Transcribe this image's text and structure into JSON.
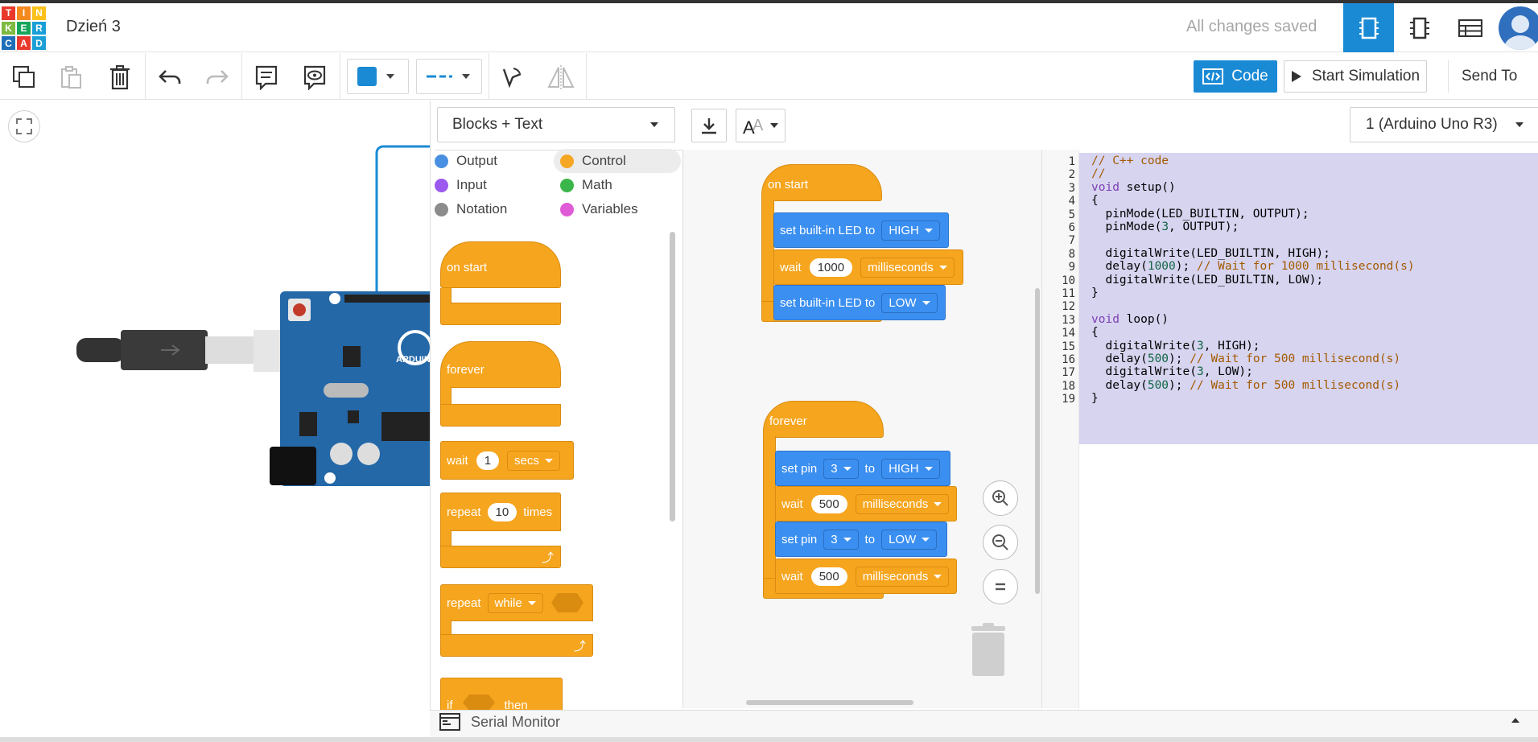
{
  "header": {
    "logo_letters": [
      "T",
      "I",
      "N",
      "K",
      "E",
      "R",
      "C",
      "A",
      "D"
    ],
    "logo_colors": [
      "#e8392c",
      "#f48a1f",
      "#fbc11a",
      "#7dba3f",
      "#16a65a",
      "#1b9fd7",
      "#1f6fb8",
      "#e8392c",
      "#1b9fd7"
    ],
    "title": "Dzień 3",
    "save_status": "All changes saved"
  },
  "toolbar": {
    "color_swatch": "#1a8ad5",
    "code_label": "Code",
    "start_simulation_label": "Start Simulation",
    "send_to_label": "Send To"
  },
  "code_panel": {
    "mode": "Blocks + Text",
    "device": "1 (Arduino Uno R3)",
    "categories": [
      {
        "label": "Output",
        "color": "#4a90e2"
      },
      {
        "label": "Control",
        "color": "#f5a623"
      },
      {
        "label": "Input",
        "color": "#9b59f0"
      },
      {
        "label": "Math",
        "color": "#3bb64a"
      },
      {
        "label": "Notation",
        "color": "#8c8c8c"
      },
      {
        "label": "Variables",
        "color": "#e05bd6"
      }
    ]
  },
  "palette": {
    "on_start": "on start",
    "forever": "forever",
    "wait_label": "wait",
    "wait_value": "1",
    "wait_unit": "secs",
    "repeat_label": "repeat",
    "repeat_value": "10",
    "repeat_times": "times",
    "repeat_while_label": "repeat",
    "repeat_while_mode": "while",
    "if_label": "if",
    "then_label": "then"
  },
  "workspace": {
    "on_start": "on start",
    "set_led_label": "set built-in LED to",
    "led_high": "HIGH",
    "wait_label": "wait",
    "wait1_value": "1000",
    "ms_label": "milliseconds",
    "led_low": "LOW",
    "forever": "forever",
    "set_pin_label": "set pin",
    "pin": "3",
    "to_label": "to",
    "high": "HIGH",
    "wait2_value": "500",
    "low": "LOW",
    "wait3_value": "500"
  },
  "editor": {
    "line_numbers": [
      "1",
      "2",
      "3",
      "4",
      "5",
      "6",
      "7",
      "8",
      "9",
      "10",
      "11",
      "12",
      "13",
      "14",
      "15",
      "16",
      "17",
      "18",
      "19"
    ],
    "lines": [
      "// C++ code",
      "//",
      "void setup()",
      "{",
      "  pinMode(LED_BUILTIN, OUTPUT);",
      "  pinMode(3, OUTPUT);",
      "",
      "  digitalWrite(LED_BUILTIN, HIGH);",
      "  delay(1000); // Wait for 1000 millisecond(s)",
      "  digitalWrite(LED_BUILTIN, LOW);",
      "}",
      "",
      "void loop()",
      "{",
      "  digitalWrite(3, HIGH);",
      "  delay(500); // Wait for 500 millisecond(s)",
      "  digitalWrite(3, LOW);",
      "  delay(500); // Wait for 500 millisecond(s)",
      "}"
    ]
  },
  "board": {
    "label": "ARDUINO"
  },
  "serial_monitor": {
    "label": "Serial Monitor"
  }
}
